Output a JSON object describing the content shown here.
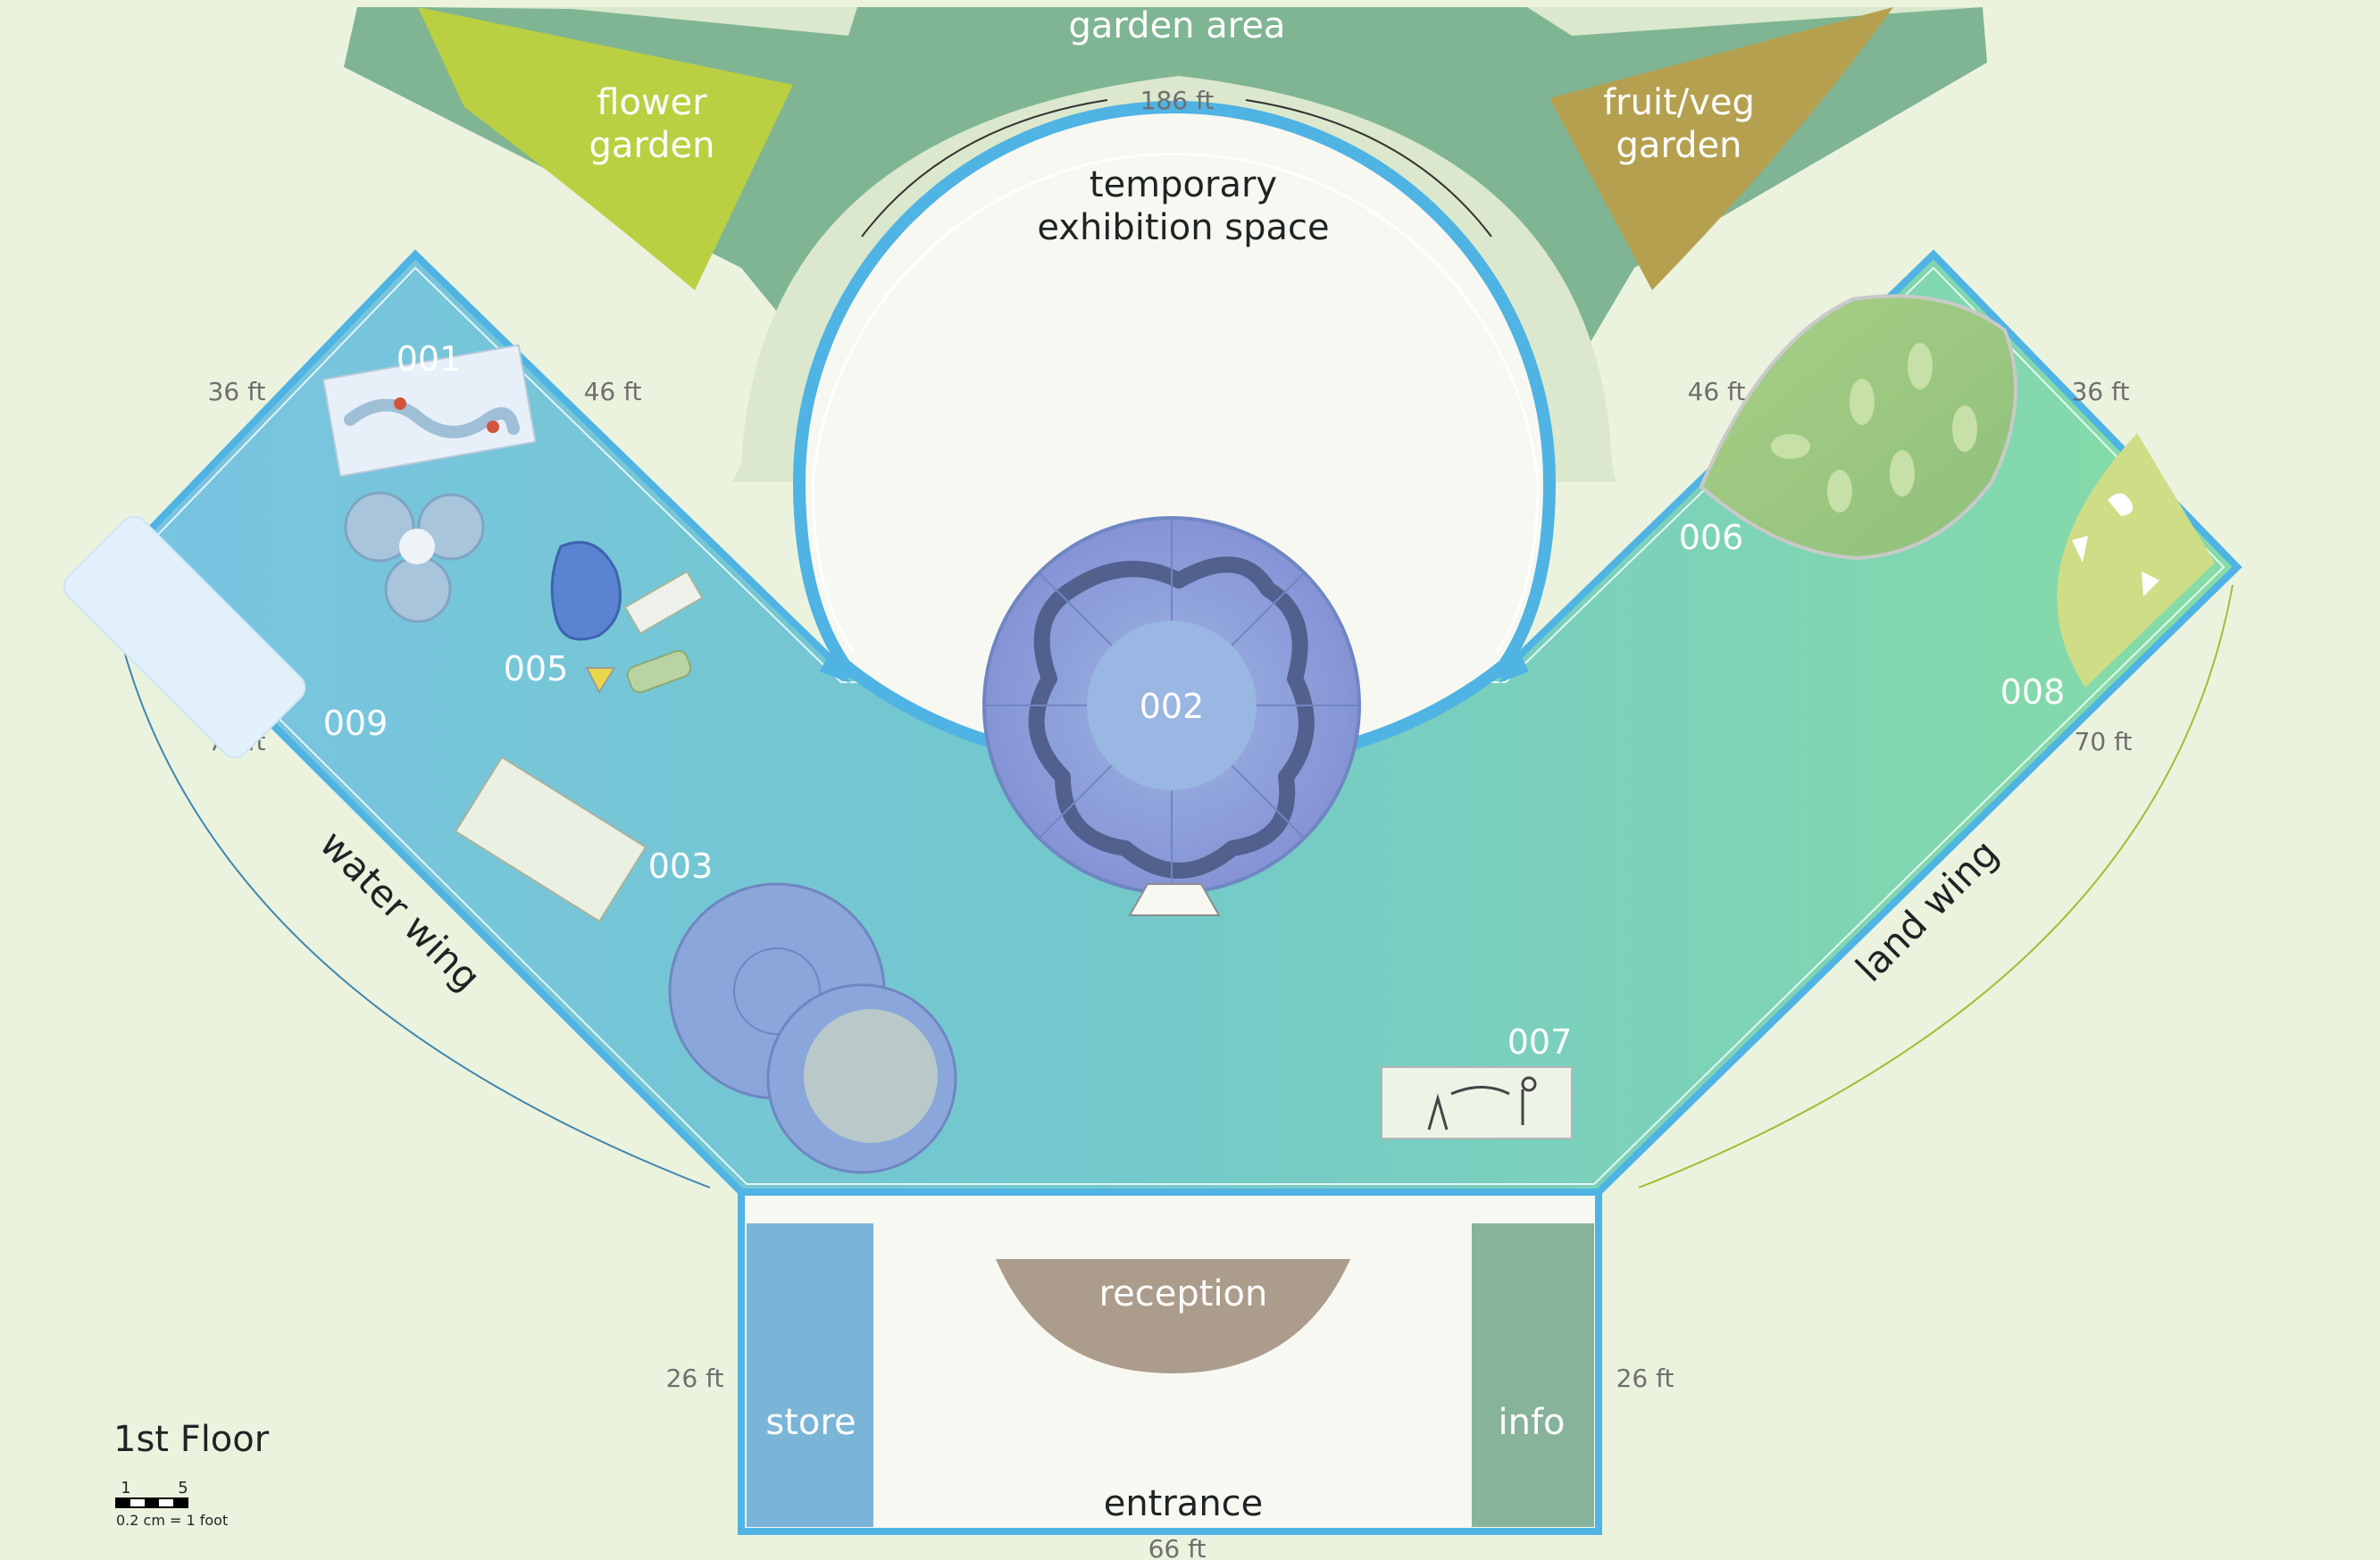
{
  "floor_title": "1st Floor",
  "scale_bar": {
    "tick_1": "1",
    "tick_5": "5",
    "note": "0.2 cm = 1 foot"
  },
  "areas": {
    "garden_area": "garden area",
    "flower_garden": [
      "flower",
      "garden"
    ],
    "fruit_veg_garden": [
      "fruit/veg",
      "garden"
    ],
    "temporary_exhibition": [
      "temporary",
      "exhibition space"
    ],
    "reception": "reception",
    "store": "store",
    "info": "info",
    "entrance": "entrance",
    "water_wing": "water wing",
    "land_wing": "land wing"
  },
  "dimensions": {
    "arc_top": "186 ft",
    "water_outer_short": "36 ft",
    "water_inner_short": "46 ft",
    "land_inner_short": "46 ft",
    "land_outer_short": "36 ft",
    "water_long": "70 ft",
    "land_long": "70 ft",
    "entrance_left": "26 ft",
    "entrance_right": "26 ft",
    "entrance_bottom": "66 ft"
  },
  "exhibits": [
    {
      "id": "001"
    },
    {
      "id": "002"
    },
    {
      "id": "003"
    },
    {
      "id": "005"
    },
    {
      "id": "006"
    },
    {
      "id": "007"
    },
    {
      "id": "008"
    },
    {
      "id": "009"
    }
  ],
  "colors": {
    "page_background": "#ebf3de",
    "garden_band": "#7fb593",
    "garden_light": "#dbe8cd",
    "flower_garden": "#bbcf42",
    "fruit_veg_garden": "#b5a04f",
    "wall_outline": "#4fb3e3",
    "water_wing": "#79c9da",
    "land_wing": "#86d9a8",
    "entrance_floor": "#f7f8f1",
    "store": "#7ab5d7",
    "info": "#86b39a",
    "reception": "#ac9c8b",
    "exhibit_purple": "#8f9fd9"
  }
}
